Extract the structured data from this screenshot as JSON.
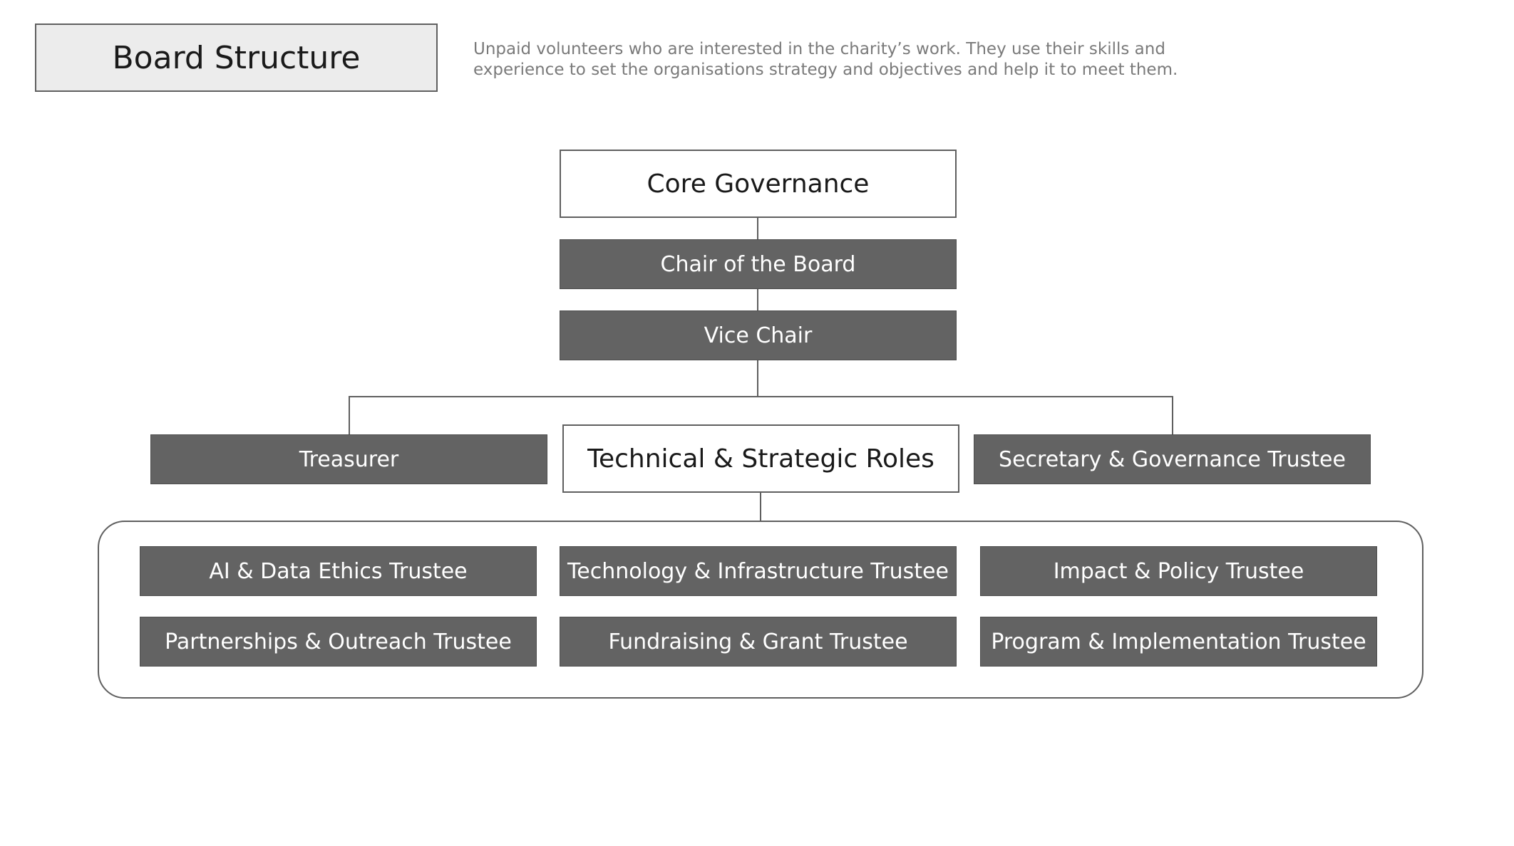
{
  "header": {
    "title": "Board Structure",
    "description_line1": "Unpaid volunteers who are interested in the charity’s work. They use their skills and",
    "description_line2": "experience to set the organisations strategy and objectives and help it to meet them."
  },
  "core": {
    "heading": "Core Governance",
    "chair": "Chair of the Board",
    "vice_chair": "Vice Chair",
    "treasurer": "Treasurer",
    "secretary": "Secretary & Governance Trustee"
  },
  "technical": {
    "heading": "Technical & Strategic Roles",
    "roles": [
      "AI & Data Ethics Trustee",
      "Technology & Infrastructure Trustee",
      "Impact & Policy Trustee",
      "Partnerships & Outreach Trustee",
      "Fundraising & Grant Trustee",
      "Program & Implementation Trustee"
    ]
  },
  "colors": {
    "dark_box": "#636363",
    "title_fill": "#ececec",
    "border": "#5f5f5f",
    "description_text": "#7a7a7a"
  }
}
